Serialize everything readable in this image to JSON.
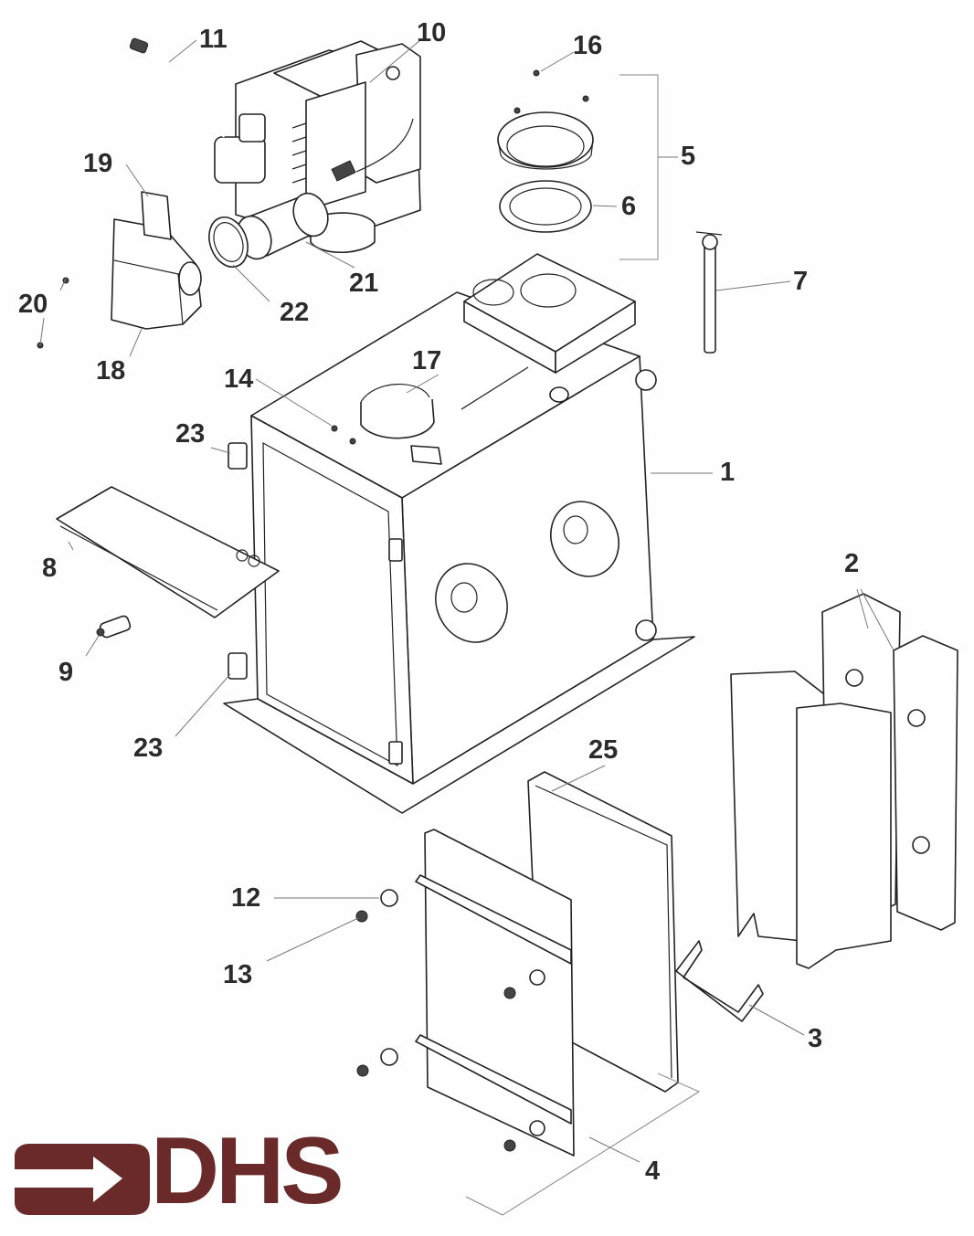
{
  "diagram": {
    "title": "Boiler exploded parts diagram",
    "brand": {
      "name": "DHS",
      "color": "#6b2a2a"
    },
    "callouts": [
      {
        "id": "1",
        "label": "1",
        "part": "boiler-body"
      },
      {
        "id": "2",
        "label": "2",
        "part": "baffle-plates"
      },
      {
        "id": "3",
        "label": "3",
        "part": "baffle-bracket"
      },
      {
        "id": "4",
        "label": "4",
        "part": "door-assembly"
      },
      {
        "id": "5",
        "label": "5",
        "part": "flue-collar-assembly"
      },
      {
        "id": "6",
        "label": "6",
        "part": "flue-gasket"
      },
      {
        "id": "7",
        "label": "7",
        "part": "thermostat-pocket"
      },
      {
        "id": "8",
        "label": "8",
        "part": "front-cover-plate"
      },
      {
        "id": "9",
        "label": "9",
        "part": "drain-valve"
      },
      {
        "id": "10",
        "label": "10",
        "part": "burner"
      },
      {
        "id": "11",
        "label": "11",
        "part": "fuel-hose"
      },
      {
        "id": "12",
        "label": "12",
        "part": "washer"
      },
      {
        "id": "13",
        "label": "13",
        "part": "nut"
      },
      {
        "id": "14",
        "label": "14",
        "part": "screw"
      },
      {
        "id": "16",
        "label": "16",
        "part": "flue-screw"
      },
      {
        "id": "17",
        "label": "17",
        "part": "burner-gasket"
      },
      {
        "id": "18",
        "label": "18",
        "part": "burner-cover"
      },
      {
        "id": "19",
        "label": "19",
        "part": "cover-bracket"
      },
      {
        "id": "20",
        "label": "20",
        "part": "cover-screw"
      },
      {
        "id": "21",
        "label": "21",
        "part": "air-intake"
      },
      {
        "id": "22",
        "label": "22",
        "part": "hose-clamp"
      },
      {
        "id": "23a",
        "label": "23",
        "part": "hinge-upper"
      },
      {
        "id": "23b",
        "label": "23",
        "part": "hinge-lower"
      },
      {
        "id": "25",
        "label": "25",
        "part": "door-seal"
      }
    ]
  }
}
